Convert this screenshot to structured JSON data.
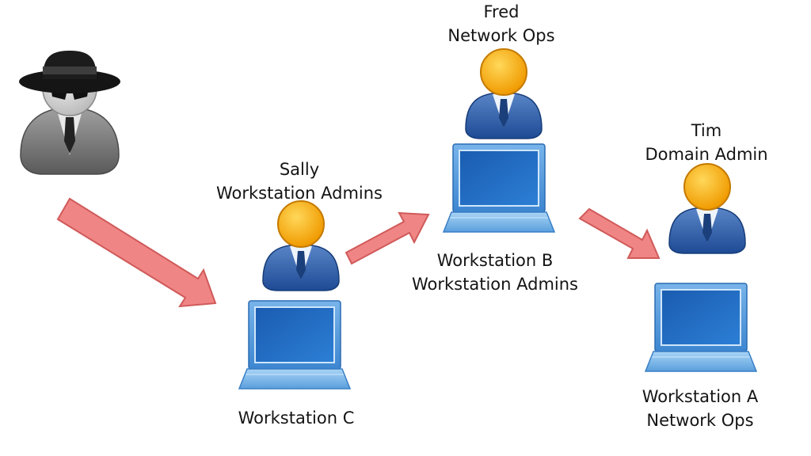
{
  "attacker": {
    "icon": "spy-hacker-icon"
  },
  "nodes": [
    {
      "id": "sally",
      "user_name": "Sally",
      "user_group": "Workstation Admins",
      "user_icon": "user-icon",
      "computer_icon": "laptop-icon",
      "computer_name": "Workstation C"
    },
    {
      "id": "fred",
      "user_name": "Fred",
      "user_group": "Network Ops",
      "user_icon": "user-icon",
      "computer_icon": "laptop-icon",
      "computer_name": "Workstation B",
      "computer_group": "Workstation Admins"
    },
    {
      "id": "tim",
      "user_name": "Tim",
      "user_group": "Domain Admin",
      "user_icon": "user-icon",
      "computer_icon": "laptop-icon",
      "computer_name": "Workstation A",
      "computer_group": "Network Ops"
    }
  ],
  "arrows": [
    {
      "from": "attacker",
      "to": "sally"
    },
    {
      "from": "sally",
      "to": "fred"
    },
    {
      "from": "fred",
      "to": "tim"
    }
  ],
  "colors": {
    "arrow_fill": "#f08585",
    "arrow_stroke": "#d05a5a",
    "head_fill": "#f5a800",
    "suit_fill": "#2f5fa8",
    "laptop_fill": "#3b82cc",
    "screen_fill": "#1f67c0",
    "spy_fill": "#8a8a8a",
    "hat_fill": "#141414"
  }
}
